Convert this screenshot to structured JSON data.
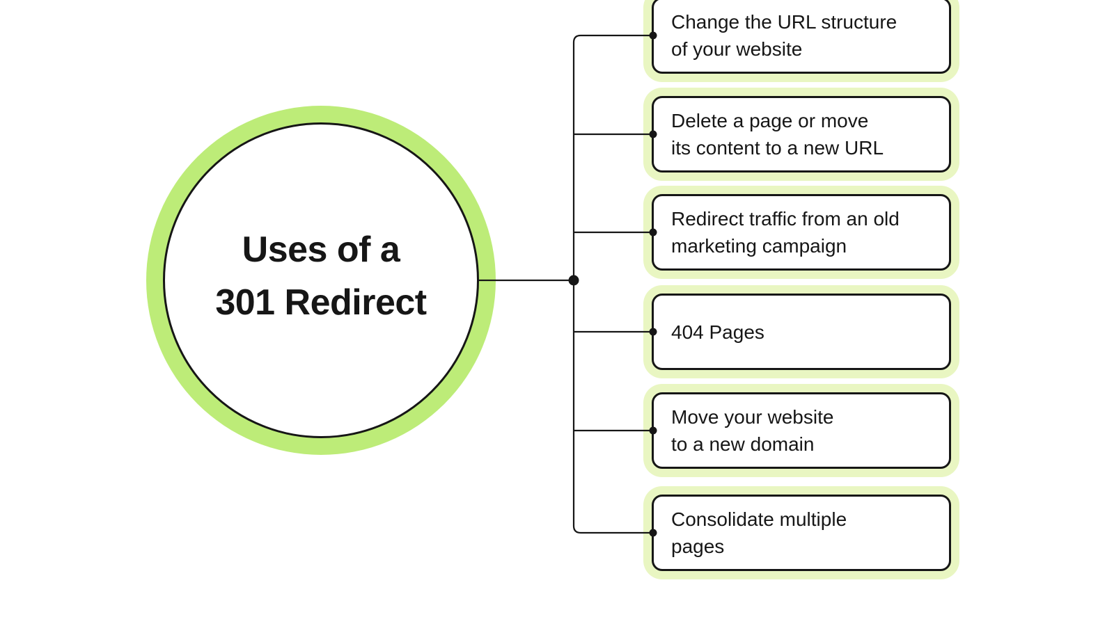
{
  "central_node": {
    "title_lines": [
      "Uses of a",
      "301 Redirect"
    ]
  },
  "boxes": [
    {
      "lines": [
        "Change the URL structure",
        "of your website"
      ]
    },
    {
      "lines": [
        "Delete a page or move",
        "its content to a new URL"
      ]
    },
    {
      "lines": [
        "Redirect traffic from an old",
        "marketing campaign"
      ]
    },
    {
      "lines": [
        "404 Pages"
      ]
    },
    {
      "lines": [
        "Move your website",
        "to a new domain"
      ]
    },
    {
      "lines": [
        "Consolidate multiple",
        "pages"
      ]
    }
  ],
  "colors": {
    "ring_green": "#bdec78",
    "halo_green": "#e9f6c2",
    "ink": "#161616",
    "bg": "#ffffff",
    "node_fill": "#ffffff"
  }
}
